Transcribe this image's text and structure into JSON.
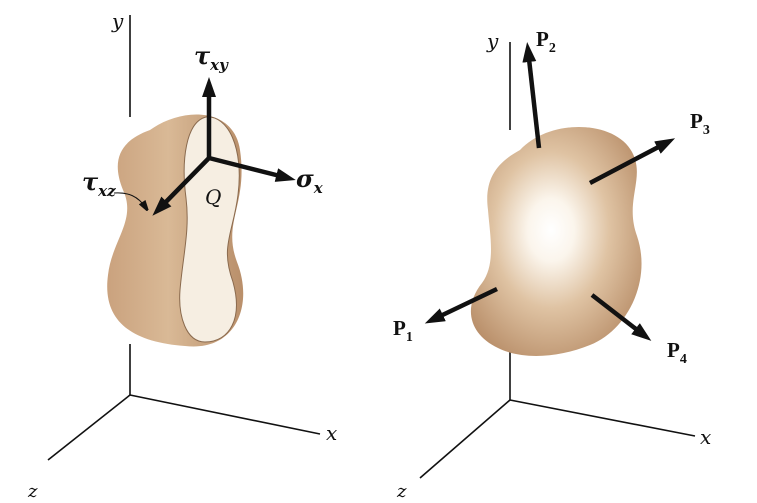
{
  "left_figure": {
    "axes": {
      "x": "x",
      "y": "y",
      "z": "z"
    },
    "point_label": "Q",
    "stresses": {
      "tau_xy": {
        "symbol": "τ",
        "subscript": "xy"
      },
      "sigma_x": {
        "symbol": "σ",
        "subscript": "x"
      },
      "tau_xz": {
        "symbol": "τ",
        "subscript": "xz"
      }
    }
  },
  "right_figure": {
    "axes": {
      "x": "x",
      "y": "y",
      "z": "z"
    },
    "forces": [
      {
        "base": "P",
        "index": "1"
      },
      {
        "base": "P",
        "index": "2"
      },
      {
        "base": "P",
        "index": "3"
      },
      {
        "base": "P",
        "index": "4"
      }
    ]
  },
  "colors": {
    "body_dark": "#b98f6a",
    "body_mid": "#d8bb9c",
    "body_light": "#fbf7f1",
    "section_face": "#f6eee2",
    "ink": "#111111"
  }
}
